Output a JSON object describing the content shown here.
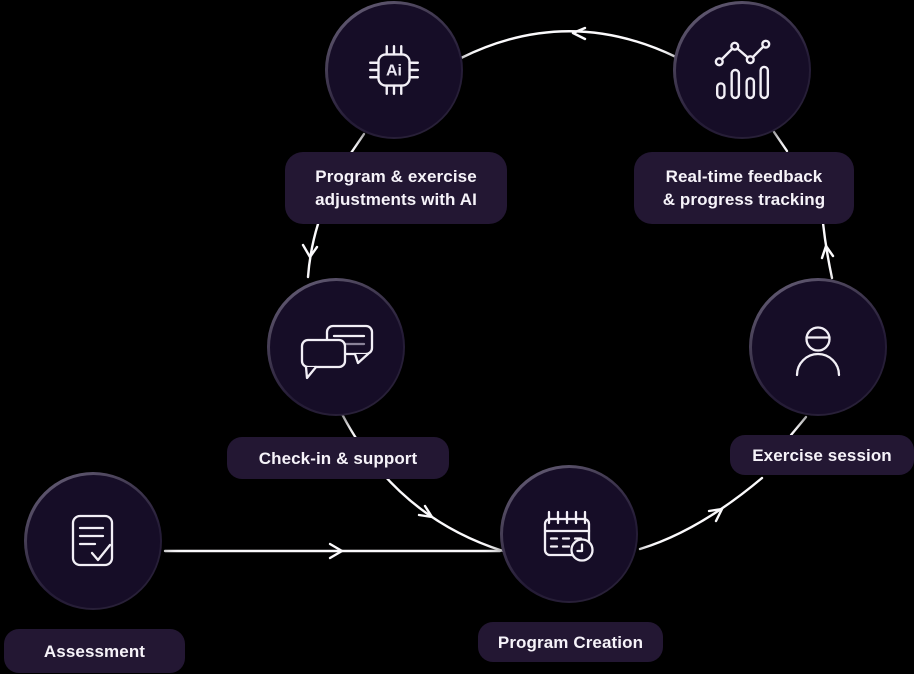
{
  "title": "Training cycle diagram",
  "colors": {
    "background": "#000000",
    "node_fill": "#160d27",
    "node_border_light": "#6e6680",
    "node_border_dark": "#2b2339",
    "label_bg": "#231733",
    "label_text": "#f6f3f9",
    "line": "#fbfafc",
    "icon_stroke": "#f2eff6",
    "icon_dim": "#8a8298"
  },
  "ai_chip_text": "Ai",
  "nodes": [
    {
      "id": "program-adjustments",
      "icon": "ai-chip-icon",
      "lines": [
        "Program & exercise",
        "adjustments with AI"
      ]
    },
    {
      "id": "realtime-feedback",
      "icon": "progress-chart-icon",
      "lines": [
        "Real-time feedback",
        "& progress tracking"
      ]
    },
    {
      "id": "checkin-support",
      "icon": "chat-bubbles-icon",
      "lines": [
        "Check-in & support"
      ]
    },
    {
      "id": "exercise-session",
      "icon": "person-icon",
      "lines": [
        "Exercise session"
      ]
    },
    {
      "id": "assessment",
      "icon": "document-check-icon",
      "lines": [
        "Assessment"
      ]
    },
    {
      "id": "program-creation",
      "icon": "calendar-clock-icon",
      "lines": [
        "Program Creation"
      ]
    }
  ],
  "edges": [
    {
      "from": "assessment",
      "to": "program-creation"
    },
    {
      "from": "program-creation",
      "to": "exercise-session"
    },
    {
      "from": "exercise-session",
      "to": "realtime-feedback"
    },
    {
      "from": "realtime-feedback",
      "to": "program-adjustments"
    },
    {
      "from": "program-adjustments",
      "to": "checkin-support"
    },
    {
      "from": "checkin-support",
      "to": "program-creation"
    }
  ]
}
